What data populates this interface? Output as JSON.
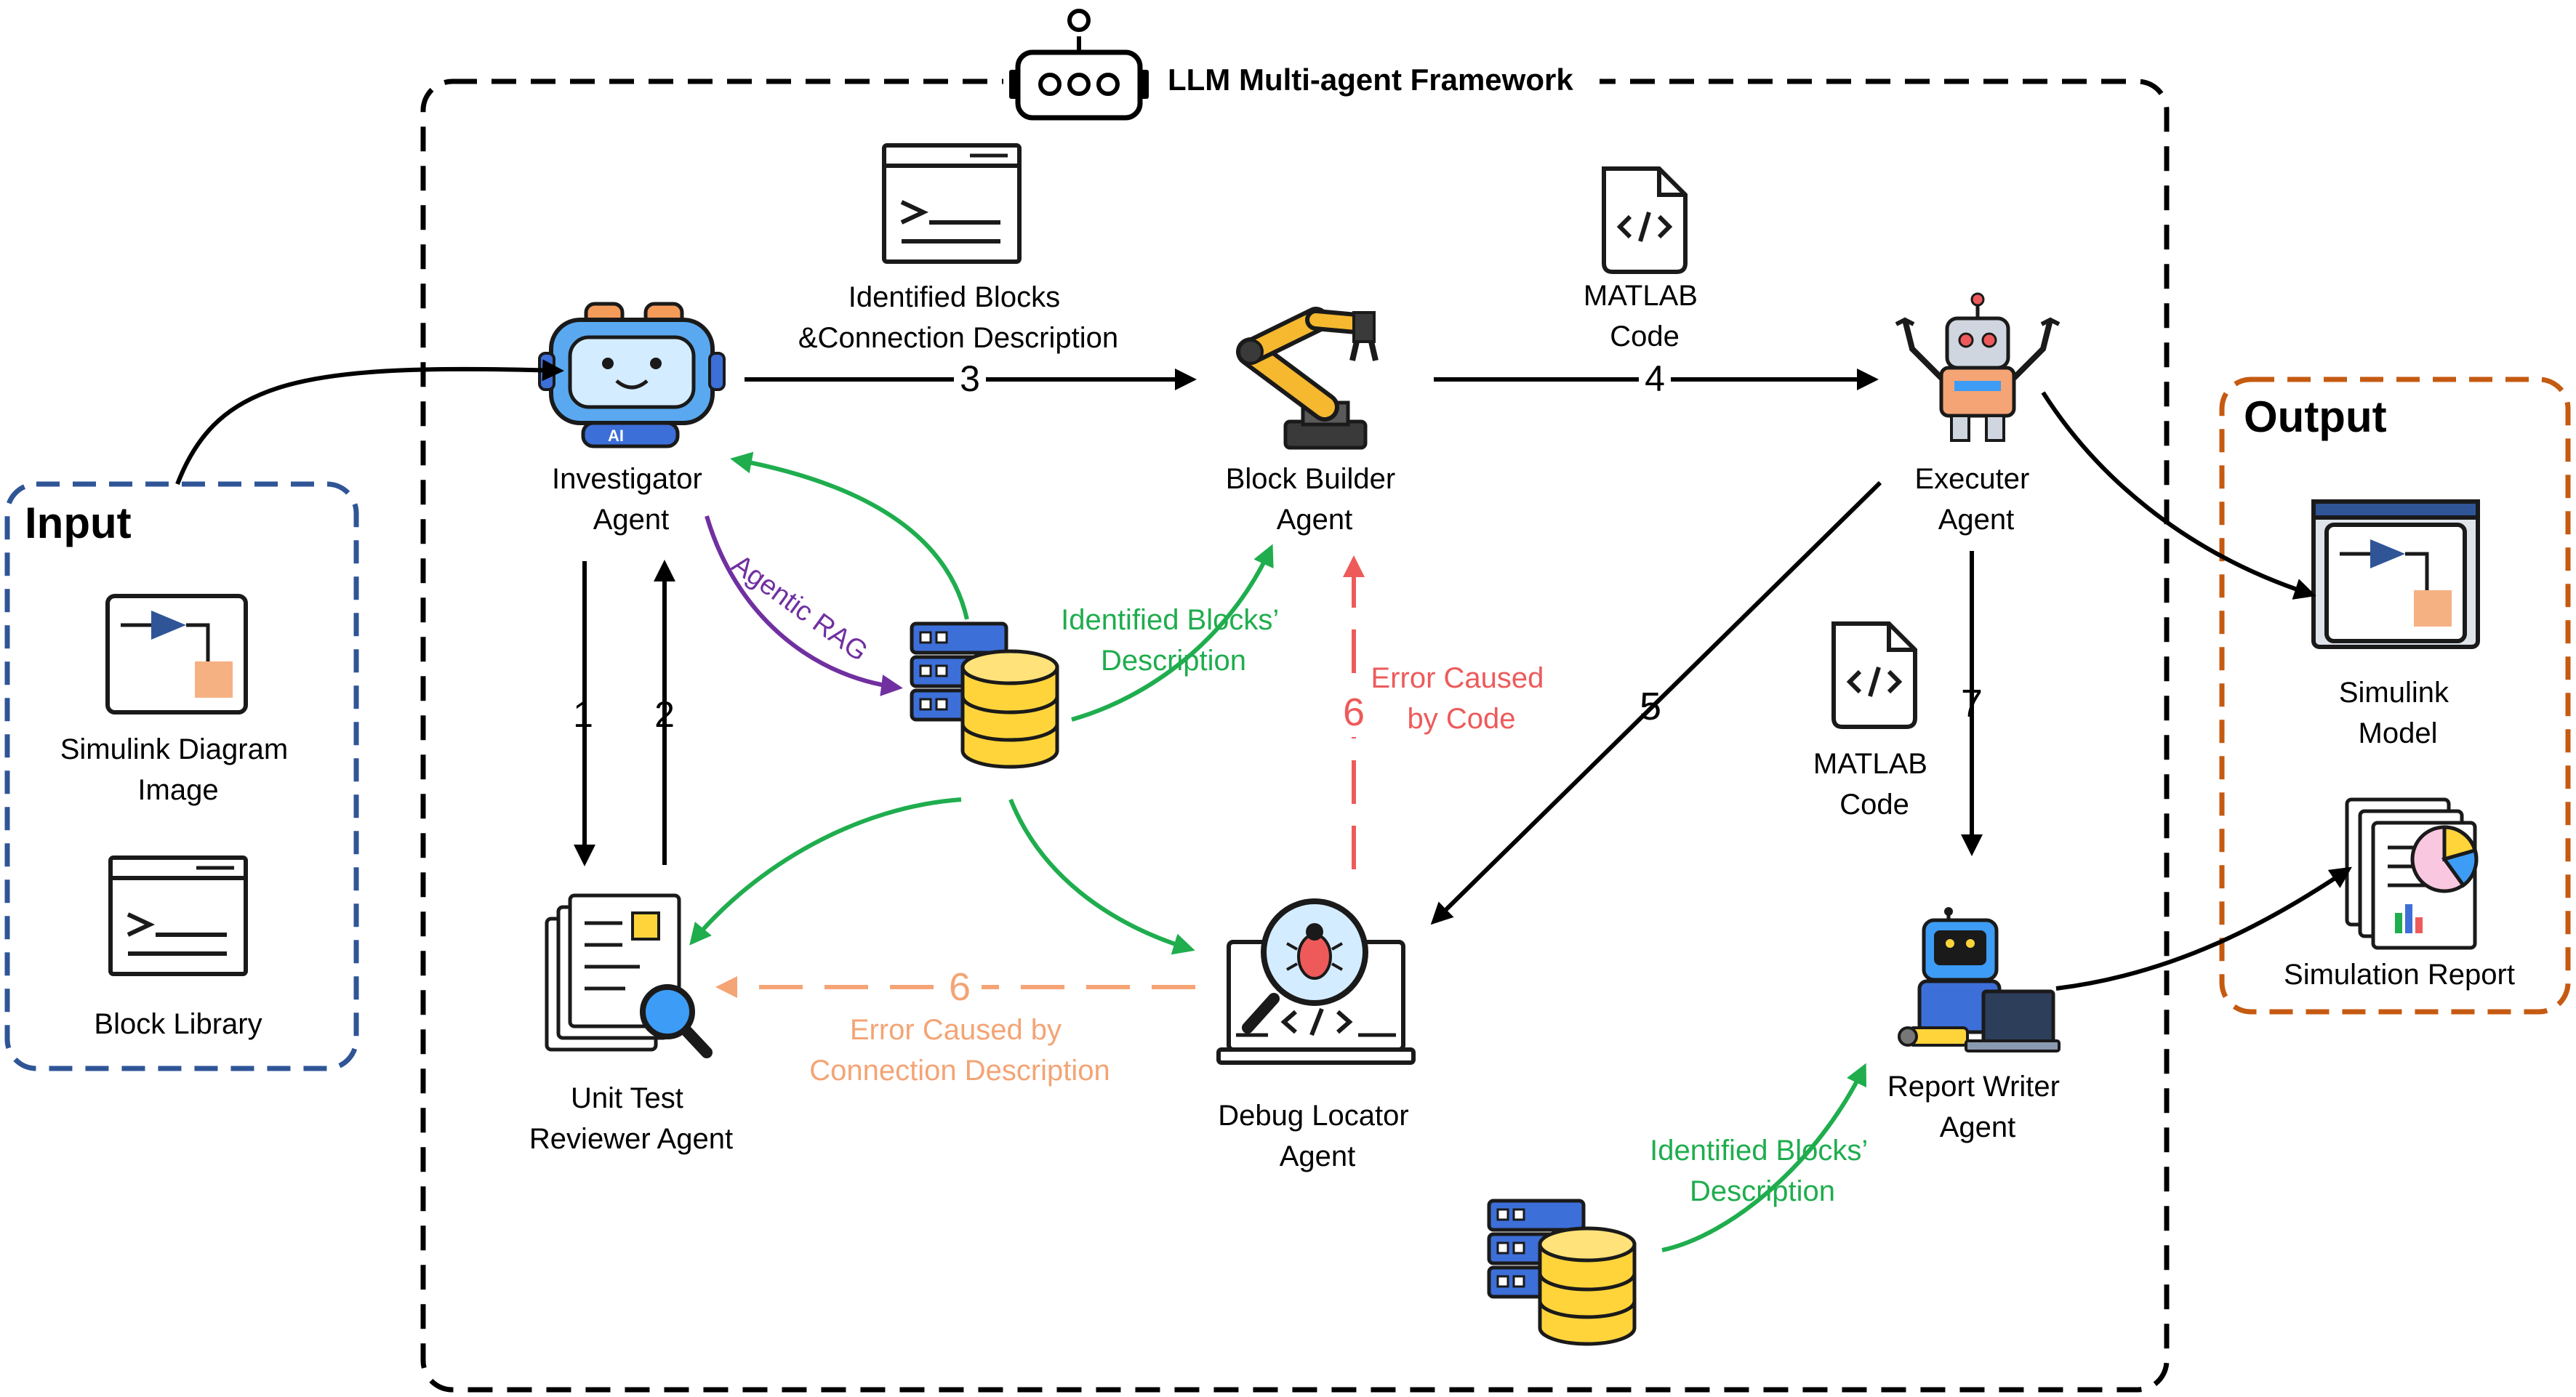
{
  "framework": {
    "title": "LLM Multi-agent Framework"
  },
  "input": {
    "title": "Input",
    "items": [
      {
        "label_lines": [
          "Simulink Diagram",
          "Image"
        ]
      },
      {
        "label_lines": [
          "Block Library"
        ]
      }
    ]
  },
  "output": {
    "title": "Output",
    "items": [
      {
        "label_lines": [
          "Simulink",
          "Model"
        ]
      },
      {
        "label_lines": [
          "Simulation Report"
        ]
      }
    ]
  },
  "agents": {
    "investigator": [
      "Investigator",
      "Agent"
    ],
    "block_builder": [
      "Block Builder",
      "Agent"
    ],
    "executer": [
      "Executer",
      "Agent"
    ],
    "unit_test": [
      "Unit Test",
      "Reviewer Agent"
    ],
    "debug_locator": [
      "Debug Locator",
      "Agent"
    ],
    "report_writer": [
      "Report Writer",
      "Agent"
    ]
  },
  "edge_labels": {
    "identified_blocks_conn": [
      "Identified Blocks",
      "&Connection Description"
    ],
    "matlab_code_top": [
      "MATLAB",
      "Code"
    ],
    "matlab_code_mid": [
      "MATLAB",
      "Code"
    ],
    "agentic_rag": "Agentic RAG",
    "identified_desc_1": [
      "Identified Blocks’",
      "Description"
    ],
    "identified_desc_2": [
      "Identified Blocks’",
      "Description"
    ],
    "error_code": [
      "Error Caused",
      "by Code"
    ],
    "error_conn": [
      "Error Caused by",
      "Connection Description"
    ],
    "n1": "1",
    "n2": "2",
    "n3": "3",
    "n4": "4",
    "n5": "5",
    "n6a": "6",
    "n6b": "6",
    "n7": "7"
  },
  "colors": {
    "input_border": "#2f5597",
    "output_border": "#c55a11",
    "green": "#1fad4e",
    "purple": "#7030a0",
    "red": "#ee5a5a",
    "orange": "#f4a475",
    "black": "#000000"
  },
  "icons": {
    "robot_header": "robot-head-icon",
    "investigator": "ai-robot-icon",
    "block_builder": "robotic-arm-icon",
    "executer": "robot-claw-icon",
    "unit_test": "document-magnifier-icon",
    "debug_locator": "laptop-bug-icon",
    "report_writer": "robot-laptop-icon",
    "database": "database-server-icon",
    "terminal": "terminal-window-icon",
    "code_file": "code-file-icon",
    "simulink": "simulink-block-icon",
    "report": "report-chart-icon"
  }
}
